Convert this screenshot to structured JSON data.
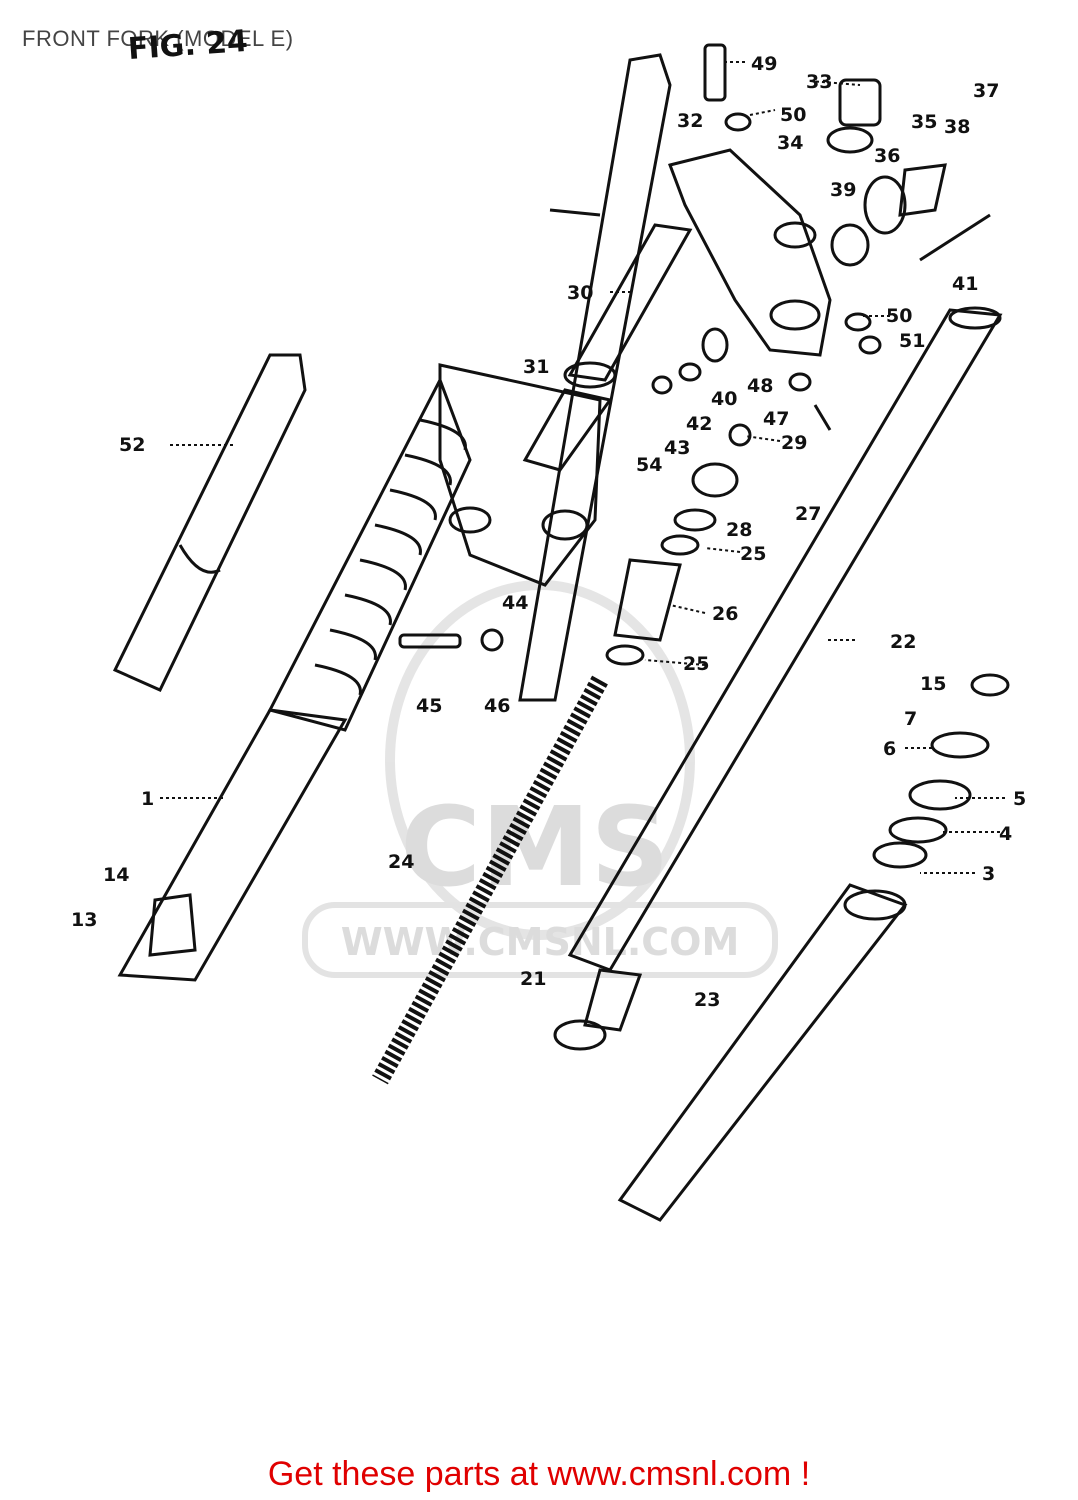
{
  "header": {
    "title": "FRONT FORK (MODEL E)",
    "figure_label": "FIG. 24"
  },
  "watermark": {
    "text": "CMS",
    "url": "WWW.CMSNL.COM",
    "color": "#d9d9d9"
  },
  "footer": {
    "link_text": "Get these parts at www.cmsnl.com !",
    "link_color": "#e00000"
  },
  "diagram": {
    "part_labels": [
      "1",
      "3",
      "4",
      "5",
      "6",
      "7",
      "13",
      "14",
      "15",
      "21",
      "22",
      "23",
      "24",
      "25",
      "25",
      "26",
      "27",
      "28",
      "29",
      "30",
      "31",
      "32",
      "33",
      "34",
      "35",
      "36",
      "37",
      "38",
      "39",
      "40",
      "41",
      "42",
      "43",
      "44",
      "45",
      "46",
      "47",
      "48",
      "49",
      "50",
      "50",
      "51",
      "52",
      "54"
    ]
  }
}
